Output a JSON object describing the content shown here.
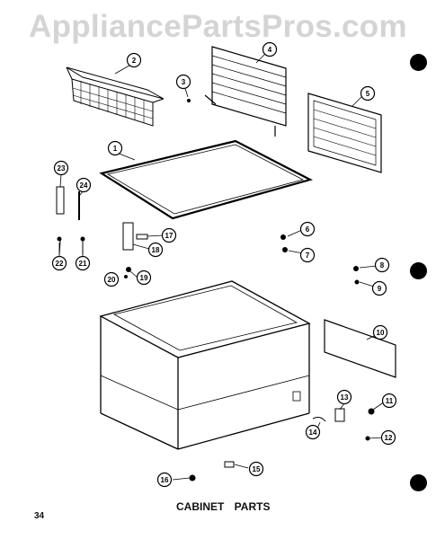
{
  "watermark": "AppliancePartsPros.com",
  "caption": "CABINET PARTS",
  "page_number": "34",
  "callouts": [
    "1",
    "2",
    "3",
    "4",
    "5",
    "6",
    "7",
    "8",
    "9",
    "10",
    "11",
    "12",
    "13",
    "14",
    "15",
    "16",
    "17",
    "18",
    "19",
    "20",
    "21",
    "22",
    "23",
    "24"
  ]
}
